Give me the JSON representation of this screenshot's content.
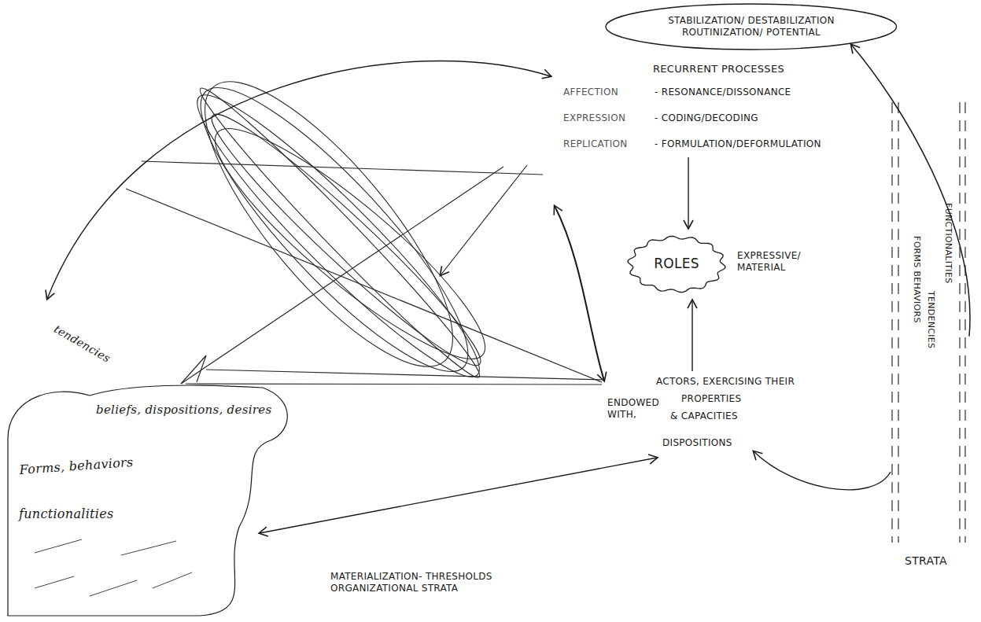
{
  "diagram": {
    "nodes": [
      {
        "text": [
          "STABILIZATION/ DESTABILIZATION ROUTINIZATION/ POTENTIAL"
        ]
      },
      {
        "text": [
          "ROLES",
          "EXPRESSIVE/ MATERIAL"
        ]
      },
      {
        "text": [
          "FORMS BEHAVIORS",
          "TENDENCIES",
          "FUNCTIONALITIES",
          "STRATA"
        ]
      },
      {
        "text": [
          "tendencies",
          "beliefs, dispositions, desires",
          "Forms, behaviors",
          "functionalities"
        ]
      }
    ],
    "edges": [
      {
        "from": 2,
        "to": 0,
        "arrow": "to"
      }
    ],
    "labels": [
      "RECURRENT PROCESSES",
      "AFFECTION",
      "- RESONANCE/DISSONANCE",
      "EXPRESSION",
      "- CODING/DECODING",
      "REPLICATION",
      "- FORMULATION/DEFORMULATION",
      "ACTORS, EXERCISING THEIR",
      "ENDOWED WITH,",
      "PROPERTIES",
      "& CAPACITIES",
      "DISPOSITIONS",
      "MATERIALIZATION- THRESHOLDS ORGANIZATIONAL STRATA"
    ]
  }
}
